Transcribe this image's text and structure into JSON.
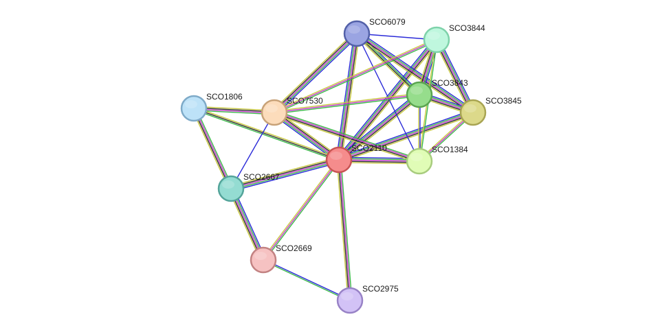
{
  "edge_colors": {
    "blue": "#2a2ad8",
    "green": "#3cb84a",
    "magenta": "#c238c8",
    "yellow": "#c8c840",
    "black": "#2a2a2a"
  },
  "nodes": [
    {
      "id": "SCO2110",
      "label": "SCO2110",
      "fill": "#f58c8c",
      "stroke": "#c85454"
    },
    {
      "id": "SCO6079",
      "label": "SCO6079",
      "fill": "#9aa4e2",
      "stroke": "#5260a8"
    },
    {
      "id": "SCO3844",
      "label": "SCO3844",
      "fill": "#bff7de",
      "stroke": "#7ed2aa"
    },
    {
      "id": "SCO3843",
      "label": "SCO3843",
      "fill": "#96dd8c",
      "stroke": "#5aa450"
    },
    {
      "id": "SCO3845",
      "label": "SCO3845",
      "fill": "#dcd98a",
      "stroke": "#a8a452"
    },
    {
      "id": "SCO1384",
      "label": "SCO1384",
      "fill": "#e0fcb6",
      "stroke": "#a8cc7e"
    },
    {
      "id": "SCO7530",
      "label": "SCO7530",
      "fill": "#fcdcbb",
      "stroke": "#c8a278"
    },
    {
      "id": "SCO1806",
      "label": "SCO1806",
      "fill": "#bde2f8",
      "stroke": "#7eaac8"
    },
    {
      "id": "SCO2667",
      "label": "SCO2667",
      "fill": "#94dcd2",
      "stroke": "#54a49a"
    },
    {
      "id": "SCO2669",
      "label": "SCO2669",
      "fill": "#f6c2c2",
      "stroke": "#c28282"
    },
    {
      "id": "SCO2975",
      "label": "SCO2975",
      "fill": "#d2c2f6",
      "stroke": "#9882c6"
    }
  ],
  "edges": [
    {
      "a": "SCO2110",
      "b": "SCO6079",
      "colors": [
        "blue",
        "green",
        "magenta",
        "black",
        "yellow"
      ]
    },
    {
      "a": "SCO2110",
      "b": "SCO3844",
      "colors": [
        "blue",
        "green",
        "magenta",
        "black",
        "yellow"
      ]
    },
    {
      "a": "SCO2110",
      "b": "SCO3843",
      "colors": [
        "blue",
        "green",
        "magenta",
        "black",
        "yellow"
      ]
    },
    {
      "a": "SCO2110",
      "b": "SCO3845",
      "colors": [
        "blue",
        "green",
        "magenta",
        "black",
        "yellow"
      ]
    },
    {
      "a": "SCO2110",
      "b": "SCO1384",
      "colors": [
        "blue",
        "green",
        "magenta",
        "black",
        "yellow"
      ]
    },
    {
      "a": "SCO2110",
      "b": "SCO7530",
      "colors": [
        "blue",
        "green",
        "magenta",
        "black",
        "yellow"
      ]
    },
    {
      "a": "SCO2110",
      "b": "SCO1806",
      "colors": [
        "green",
        "black",
        "yellow"
      ]
    },
    {
      "a": "SCO2110",
      "b": "SCO2667",
      "colors": [
        "blue",
        "green",
        "magenta",
        "black",
        "yellow"
      ]
    },
    {
      "a": "SCO2110",
      "b": "SCO2669",
      "colors": [
        "green",
        "magenta",
        "yellow"
      ]
    },
    {
      "a": "SCO2110",
      "b": "SCO2975",
      "colors": [
        "green",
        "magenta",
        "black",
        "yellow"
      ]
    },
    {
      "a": "SCO6079",
      "b": "SCO3844",
      "colors": [
        "blue"
      ]
    },
    {
      "a": "SCO6079",
      "b": "SCO3843",
      "colors": [
        "blue",
        "green",
        "black",
        "yellow"
      ]
    },
    {
      "a": "SCO6079",
      "b": "SCO3845",
      "colors": [
        "blue",
        "green",
        "magenta",
        "black",
        "yellow"
      ]
    },
    {
      "a": "SCO6079",
      "b": "SCO1384",
      "colors": [
        "blue"
      ]
    },
    {
      "a": "SCO6079",
      "b": "SCO7530",
      "colors": [
        "blue",
        "green",
        "magenta",
        "black",
        "yellow"
      ]
    },
    {
      "a": "SCO3844",
      "b": "SCO3843",
      "colors": [
        "blue",
        "green",
        "magenta",
        "black",
        "yellow"
      ]
    },
    {
      "a": "SCO3844",
      "b": "SCO3845",
      "colors": [
        "blue",
        "green",
        "magenta",
        "black",
        "yellow"
      ]
    },
    {
      "a": "SCO3844",
      "b": "SCO1384",
      "colors": [
        "green",
        "yellow"
      ]
    },
    {
      "a": "SCO3844",
      "b": "SCO7530",
      "colors": [
        "green",
        "magenta",
        "yellow"
      ]
    },
    {
      "a": "SCO3843",
      "b": "SCO3845",
      "colors": [
        "blue",
        "green",
        "magenta",
        "black",
        "yellow"
      ]
    },
    {
      "a": "SCO3843",
      "b": "SCO1384",
      "colors": [
        "blue",
        "yellow"
      ]
    },
    {
      "a": "SCO3843",
      "b": "SCO7530",
      "colors": [
        "green",
        "magenta",
        "yellow"
      ]
    },
    {
      "a": "SCO3845",
      "b": "SCO1384",
      "colors": [
        "green",
        "magenta",
        "yellow"
      ]
    },
    {
      "a": "SCO7530",
      "b": "SCO1384",
      "colors": [
        "green",
        "magenta",
        "black",
        "yellow"
      ]
    },
    {
      "a": "SCO7530",
      "b": "SCO1806",
      "colors": [
        "green",
        "magenta",
        "black",
        "yellow"
      ]
    },
    {
      "a": "SCO7530",
      "b": "SCO2667",
      "colors": [
        "blue"
      ]
    },
    {
      "a": "SCO1806",
      "b": "SCO2667",
      "colors": [
        "green",
        "magenta",
        "black",
        "yellow"
      ]
    },
    {
      "a": "SCO2667",
      "b": "SCO2669",
      "colors": [
        "blue",
        "green",
        "magenta",
        "black",
        "yellow"
      ]
    },
    {
      "a": "SCO2669",
      "b": "SCO2975",
      "colors": [
        "blue",
        "green"
      ]
    }
  ]
}
